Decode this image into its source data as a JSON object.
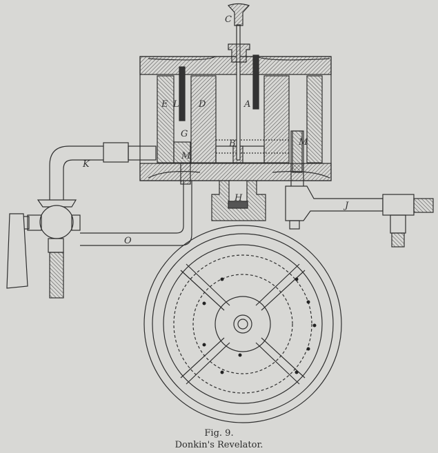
{
  "figure": {
    "labels": {
      "C": "C",
      "E": "E",
      "L": "L",
      "D": "D",
      "A": "A",
      "G": "G",
      "B": "B",
      "M1": "M",
      "M2": "M",
      "H": "H",
      "K": "K",
      "O": "O",
      "J": "J"
    },
    "ink_color": "#2e2e2e",
    "paper_color": "#d8d8d5"
  },
  "caption": {
    "number": "Fig. 9.",
    "title": "Donkin's Revelator."
  }
}
